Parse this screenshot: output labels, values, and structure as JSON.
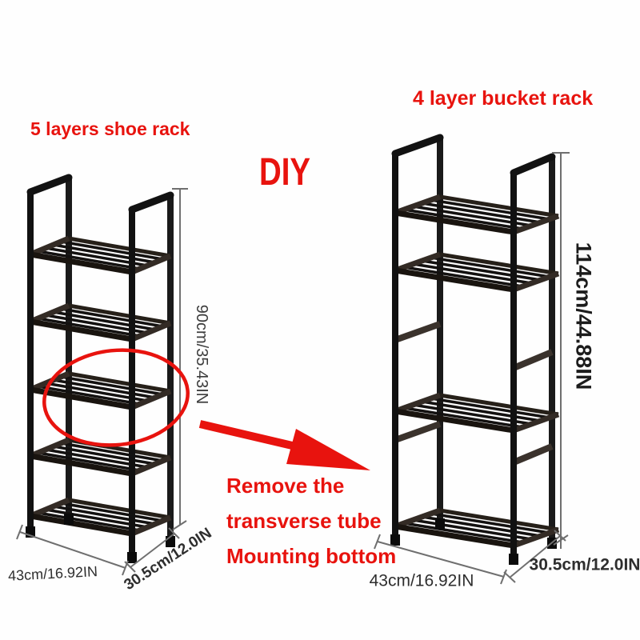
{
  "colors": {
    "accent_red": "#e8130e",
    "metal_dark": "#141414",
    "rail_brown": "#332b25",
    "dim_line_gray": "#6f6f6f",
    "dim_text": "#2e2e2e",
    "background": "#fefefe"
  },
  "left_rack": {
    "title": "5 layers shoe rack",
    "layers": 5,
    "height_label": "90cm/35.43IN",
    "width_label": "43cm/16.92IN",
    "depth_label": "30.5cm/12.0IN"
  },
  "right_rack": {
    "title": "4 layer bucket rack",
    "layers": 4,
    "height_label": "114cm/44.88IN",
    "width_label": "43cm/16.92IN",
    "depth_label": "30.5cm/12.0IN"
  },
  "center_annotations": {
    "diy_label": "DIY",
    "note_lines": [
      "Remove the",
      "transverse tube",
      "Mounting bottom"
    ]
  }
}
